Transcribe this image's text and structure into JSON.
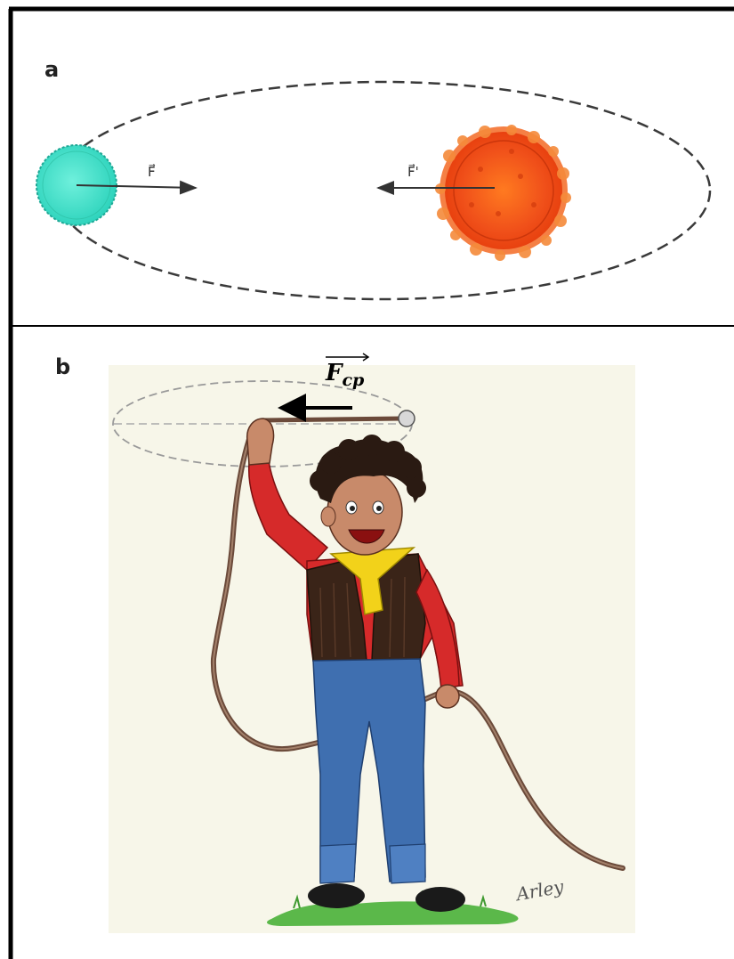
{
  "panel_a": {
    "letter": "a",
    "force_label_left": "F⃗",
    "force_label_right": "F⃗'",
    "colors": {
      "planet": "#3fe0c8",
      "star_outer": "#f05a14",
      "star_inner": "#e23a08"
    }
  },
  "panel_b": {
    "letter": "b",
    "force_label_main": "F",
    "force_label_sub": "cp",
    "signature": "Arley",
    "colors": {
      "shirt": "#d62a2a",
      "vest": "#3a2418",
      "jeans": "#3f6fb0",
      "neckerchief": "#f2d21a",
      "rope": "#6b4a3a",
      "grass": "#56b548",
      "paper": "#f8f7ec"
    }
  }
}
